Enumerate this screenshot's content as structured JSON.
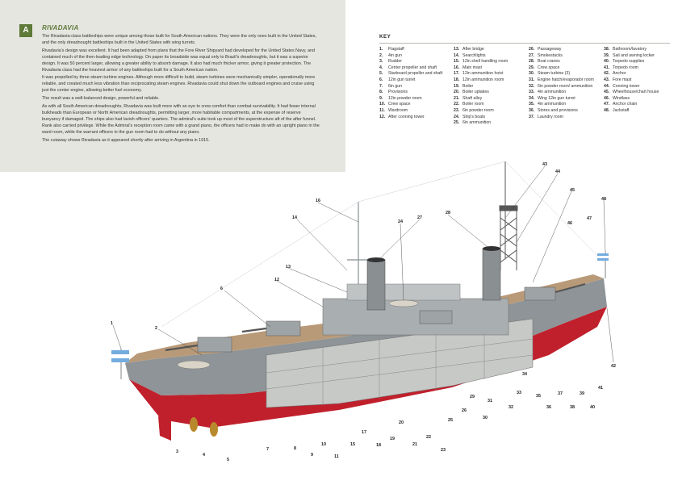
{
  "section": {
    "badge": "A",
    "title": "RIVADAVIA",
    "paragraphs": [
      "The Rivadavia-class battleships were unique among those built for South American nations. They were the only ones built in the United States, and the only dreadnought battleships built in the United States with wing turrets.",
      "Rivadavia's design was excellent. It had been adapted from plans that the Fore River Shipyard had developed for the United States Navy, and contained much of the then-leading edge technology. On paper its broadside was equal only to Brazil's dreadnoughts, but it was a superior design. It was 50 percent larger, allowing a greater ability to absorb damage. It also had much thicker armor, giving it greater protection. The Rivadavia class had the heaviest armor of any battleships built for a South American nation.",
      "It was propelled by three steam turbine engines. Although more difficult to build, steam turbines were mechanically simpler, operationally more reliable, and created much less vibration than reciprocating steam engines. Rivadavia could shut down the outboard engines and cruise using just the center engine, allowing better fuel economy.",
      "The result was a well-balanced design, powerful and reliable.",
      "As with all South American dreadnoughts, Rivadavia was built more with an eye to crew comfort than combat survivability. It had fewer internal bulkheads than European or North American dreadnoughts, permitting larger, more habitable compartments, at the expense of reserve buoyancy if damaged. The ships also had lavish officers' quarters. The admiral's suite took up most of the superstructure aft of the after funnel. Rank also carried privilege. While the Admiral's reception room came with a grand piano, the officers had to make do with an upright piano in the ward room, while the warrant officers in the gun room had to do without any piano.",
      "The cutaway shows Rivadavia as it appeared shortly after arriving in Argentina in 1915."
    ]
  },
  "key": {
    "title": "KEY",
    "columns": [
      [
        {
          "n": "1.",
          "label": "Flagstaff"
        },
        {
          "n": "2.",
          "label": "4in gun"
        },
        {
          "n": "3.",
          "label": "Rudder"
        },
        {
          "n": "4.",
          "label": "Center propeller and shaft"
        },
        {
          "n": "5.",
          "label": "Starboard propeller and shaft"
        },
        {
          "n": "6.",
          "label": "12in gun turret"
        },
        {
          "n": "7.",
          "label": "6in gun"
        },
        {
          "n": "8.",
          "label": "Provisions"
        },
        {
          "n": "9.",
          "label": "12in powder room"
        },
        {
          "n": "10.",
          "label": "Crew space"
        },
        {
          "n": "11.",
          "label": "Wardroom"
        },
        {
          "n": "12.",
          "label": "After conning tower"
        }
      ],
      [
        {
          "n": "13.",
          "label": "After bridge"
        },
        {
          "n": "14.",
          "label": "Searchlights"
        },
        {
          "n": "15.",
          "label": "12in shell handling room"
        },
        {
          "n": "16.",
          "label": "Main mast"
        },
        {
          "n": "17.",
          "label": "12in ammunition hoist"
        },
        {
          "n": "18.",
          "label": "12in ammunition room"
        },
        {
          "n": "19.",
          "label": "Boiler"
        },
        {
          "n": "20.",
          "label": "Boiler uptakes"
        },
        {
          "n": "21.",
          "label": "Shaft alley"
        },
        {
          "n": "22.",
          "label": "Boiler room"
        },
        {
          "n": "23.",
          "label": "6in powder room"
        },
        {
          "n": "24.",
          "label": "Ship's boats"
        },
        {
          "n": "25.",
          "label": "6in ammunition"
        }
      ],
      [
        {
          "n": "26.",
          "label": "Passageway"
        },
        {
          "n": "27.",
          "label": "Smokestacks"
        },
        {
          "n": "28.",
          "label": "Boat cranes"
        },
        {
          "n": "29.",
          "label": "Crew space"
        },
        {
          "n": "30.",
          "label": "Steam turbine (3)"
        },
        {
          "n": "31.",
          "label": "Engine hatch/evaporator room"
        },
        {
          "n": "32.",
          "label": "6in powder room/ ammunition"
        },
        {
          "n": "33.",
          "label": "4in ammunition"
        },
        {
          "n": "34.",
          "label": "Wing 12in gun turret"
        },
        {
          "n": "35.",
          "label": "4in ammunition"
        },
        {
          "n": "36.",
          "label": "Stores and provisions"
        },
        {
          "n": "37.",
          "label": "Laundry room"
        }
      ],
      [
        {
          "n": "38.",
          "label": "Bathroom/lavatory"
        },
        {
          "n": "39.",
          "label": "Sail and awning locker"
        },
        {
          "n": "40.",
          "label": "Torpedo supplies"
        },
        {
          "n": "41.",
          "label": "Torpedo room"
        },
        {
          "n": "42.",
          "label": "Anchor"
        },
        {
          "n": "43.",
          "label": "Fore mast"
        },
        {
          "n": "44.",
          "label": "Conning tower"
        },
        {
          "n": "45.",
          "label": "Wheelhouse/chart house"
        },
        {
          "n": "46.",
          "label": "Windlass"
        },
        {
          "n": "47.",
          "label": "Anchor chain"
        },
        {
          "n": "48.",
          "label": "Jackstaff"
        }
      ]
    ]
  },
  "callouts": [
    "1",
    "2",
    "3",
    "4",
    "5",
    "6",
    "7",
    "8",
    "9",
    "10",
    "11",
    "12",
    "13",
    "14",
    "15",
    "16",
    "17",
    "18",
    "19",
    "20",
    "21",
    "22",
    "23",
    "24",
    "25",
    "26",
    "27",
    "28",
    "29",
    "30",
    "31",
    "32",
    "33",
    "34",
    "35",
    "36",
    "37",
    "38",
    "39",
    "40",
    "41",
    "42",
    "43",
    "44",
    "45",
    "46",
    "47",
    "48"
  ],
  "colors": {
    "accent": "#5f7a39",
    "panel": "#e6e6e1",
    "hull_red": "#c0202c",
    "hull_grey": "#8e9497",
    "deck": "#b99a78"
  }
}
